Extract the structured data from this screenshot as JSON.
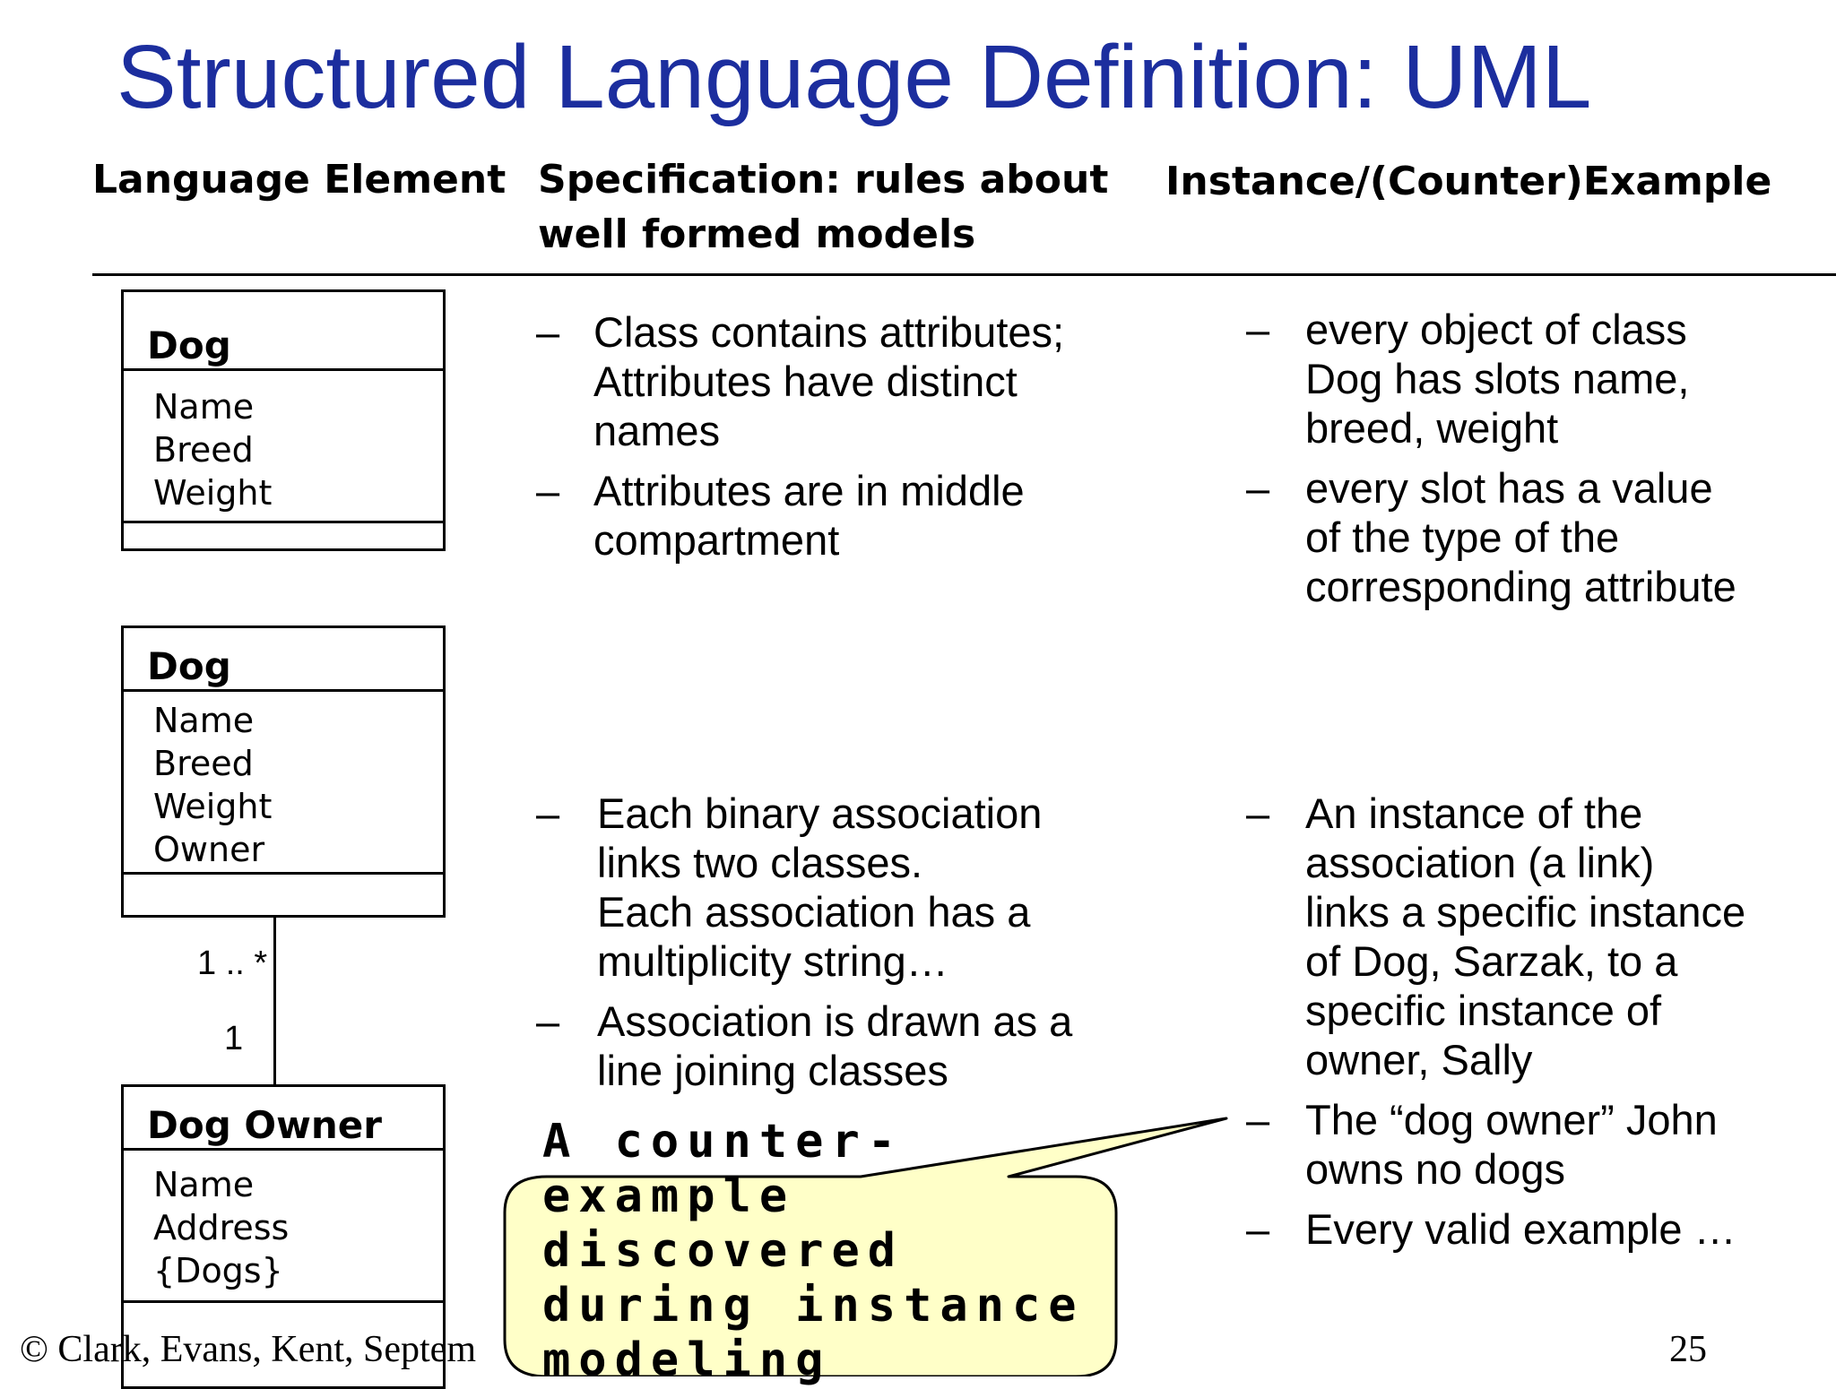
{
  "title": "Structured Language Definition: UML",
  "columns": {
    "element": "Language Element",
    "specification": "Specification: rules about\nwell formed models",
    "instance": "Instance/(Counter)Example"
  },
  "classes": {
    "dog1": {
      "name": "Dog",
      "attributes": [
        "Name",
        "Breed",
        "Weight"
      ]
    },
    "dog2": {
      "name": "Dog",
      "attributes": [
        "Name",
        "Breed",
        "Weight",
        "Owner"
      ]
    },
    "owner": {
      "name": "Dog Owner",
      "attributes": [
        "Name",
        "Address",
        "{Dogs}"
      ]
    }
  },
  "association": {
    "upper_multiplicity": "1 .. *",
    "lower_multiplicity": "1"
  },
  "row1": {
    "spec": [
      "Class contains attributes;\nAttributes have distinct\nnames",
      "Attributes are in middle\ncompartment"
    ],
    "instance": [
      "every object of class\nDog has slots name,\nbreed, weight",
      "every slot has a value\nof the type of the\ncorresponding attribute"
    ]
  },
  "row2": {
    "spec": [
      "Each binary association\nlinks two classes.\nEach association has a\nmultiplicity string…",
      "Association is drawn as a\nline joining classes"
    ],
    "instance": [
      "An instance of the\nassociation (a link)\nlinks a specific instance\nof Dog, Sarzak, to a\nspecific instance of\nowner, Sally",
      "The “dog owner” John\nowns no dogs",
      "Every valid example …"
    ]
  },
  "dash": "–",
  "callout": {
    "text": "A counter-\nexample\ndiscovered\nduring instance\nmodeling",
    "fill": "#ffffc8"
  },
  "footer": {
    "copyright": "© Clark, Evans, Kent, Septem",
    "page": "25"
  },
  "colors": {
    "title": "#1c2e9e"
  }
}
